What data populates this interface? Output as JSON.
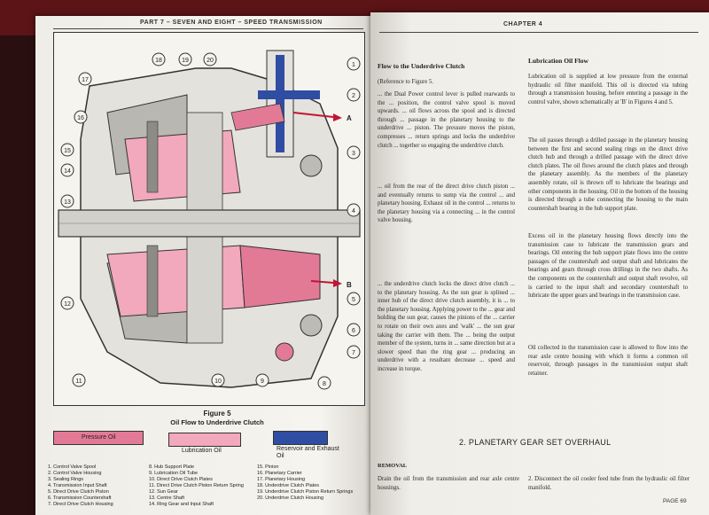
{
  "left_page": {
    "header": "PART 7 – SEVEN AND EIGHT – SPEED TRANSMISSION",
    "figure": {
      "title": "Figure 5",
      "caption": "Oil Flow to Underdrive Clutch",
      "callouts": [
        "1",
        "2",
        "3",
        "4",
        "5",
        "6",
        "7",
        "8",
        "9",
        "10",
        "11",
        "12",
        "13",
        "14",
        "15",
        "16",
        "17",
        "18",
        "19",
        "20"
      ],
      "arrow_labels": [
        "A",
        "B"
      ]
    },
    "legend": [
      {
        "label": "Pressure Oil",
        "color": "#e27a96"
      },
      {
        "label": "Lubrication Oil",
        "color": "#f2a8bd"
      },
      {
        "label": "Reservoir and Exhaust Oil",
        "color": "#2f4da3"
      }
    ],
    "parts_col1": [
      "1. Control Valve Spool",
      "2. Control Valve Housing",
      "3. Sealing Rings",
      "4. Transmission Input Shaft",
      "5. Direct Drive Clutch Piston",
      "6. Transmission Countershaft",
      "7. Direct Drive Clutch Housing"
    ],
    "parts_col2": [
      "8. Hub Support Plate",
      "9. Lubrication Oil Tube",
      "10. Direct Drive Clutch Plates",
      "11. Direct Drive Clutch Piston Return Spring",
      "12. Sun Gear",
      "13. Centre Shaft",
      "14. Ring Gear and Input Shaft"
    ],
    "parts_col3": [
      "15. Pinion",
      "16. Planetary Carrier",
      "17. Planetary Housing",
      "18. Underdrive Clutch Plates",
      "19. Underdrive Clutch Piston Return Springs",
      "20. Underdrive Clutch Housing"
    ]
  },
  "right_page": {
    "header": "CHAPTER 4",
    "col1_heading": "Flow to the Underdrive Clutch",
    "col1_ref": "(Reference to Figure 5.",
    "col1_p1": "... the Dual Power control lever is pulled rearwards to the ... position, the control valve spool is moved upwards. ... oil flows across the spool and is directed through ... passage in the planetary housing to the underdrive ... piston. The pressure moves the piston, compresses ... return springs and locks the underdrive clutch ... together so engaging the underdrive clutch.",
    "col1_p2": "... oil from the rear of the direct drive clutch piston ... and eventually returns to sump via the control ... and planetary housing. Exhaust oil in the control ... returns to the planetary housing via a connecting ... in the control valve housing.",
    "col1_p3": "... the underdrive clutch locks the direct drive clutch ... to the planetary housing. As the sun gear is splined ... inner hub of the direct drive clutch assembly, it is ... to the planetary housing. Applying power to the ... gear and holding the sun gear, causes the pinions of the ... carrier to rotate on their own axes and 'walk' ... the sun gear taking the carrier with them. The ... being the output member of the system, turns in ... same direction but at a slower speed than the ring gear ... producing an underdrive with a resultant decrease ... speed and increase in torque.",
    "col2_heading": "Lubrication Oil Flow",
    "col2_p1": "Lubrication oil is supplied at low pressure from the external hydraulic oil filter manifold. This oil is directed via tubing through a transmission housing, before entering a passage in the control valve, shown schematically at 'B' in Figures 4 and 5.",
    "col2_p2": "The oil passes through a drilled passage in the planetary housing between the first and second sealing rings on the direct drive clutch hub and through a drilled passage with the direct drive clutch plates. The oil flows around the clutch plates and through the planetary assembly. As the members of the planetary assembly rotate, oil is thrown off to lubricate the bearings and other components in the housing. Oil in the bottom of the housing is directed through a tube connecting the housing to the main countershaft bearing in the hub support plate.",
    "col2_p3": "Excess oil in the planetary housing flows directly into the transmission case to lubricate the transmission gears and bearings. Oil entering the hub support plate flows into the centre passages of the countershaft and output shaft and lubricates the bearings and gears through cross drillings in the two shafts. As the components on the countershaft and output shaft revolve, oil is carried to the input shaft and secondary countershaft to lubricate the upper gears and bearings in the transmission case.",
    "col2_p4": "Oil collected in the transmission case is allowed to flow into the rear axle centre housing with which it forms a common oil reservoir, through passages in the transmission output shaft retainer.",
    "section_title": "2. PLANETARY GEAR SET OVERHAUL",
    "removal_heading": "REMOVAL",
    "step1": "Drain the oil from the transmission and rear axle centre housings.",
    "step2": "2. Disconnect the oil cooler feed tube from the hydraulic oil filter manifold.",
    "page_number": "PAGE 69"
  }
}
